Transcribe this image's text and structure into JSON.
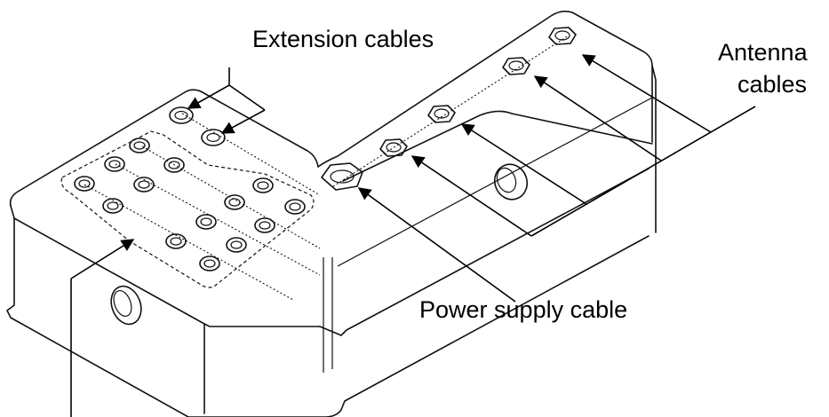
{
  "labels": {
    "extension_cables": "Extension cables",
    "antenna_line1": "Antenna",
    "antenna_line2": "cables",
    "power_supply_cable": "Power supply cable"
  }
}
